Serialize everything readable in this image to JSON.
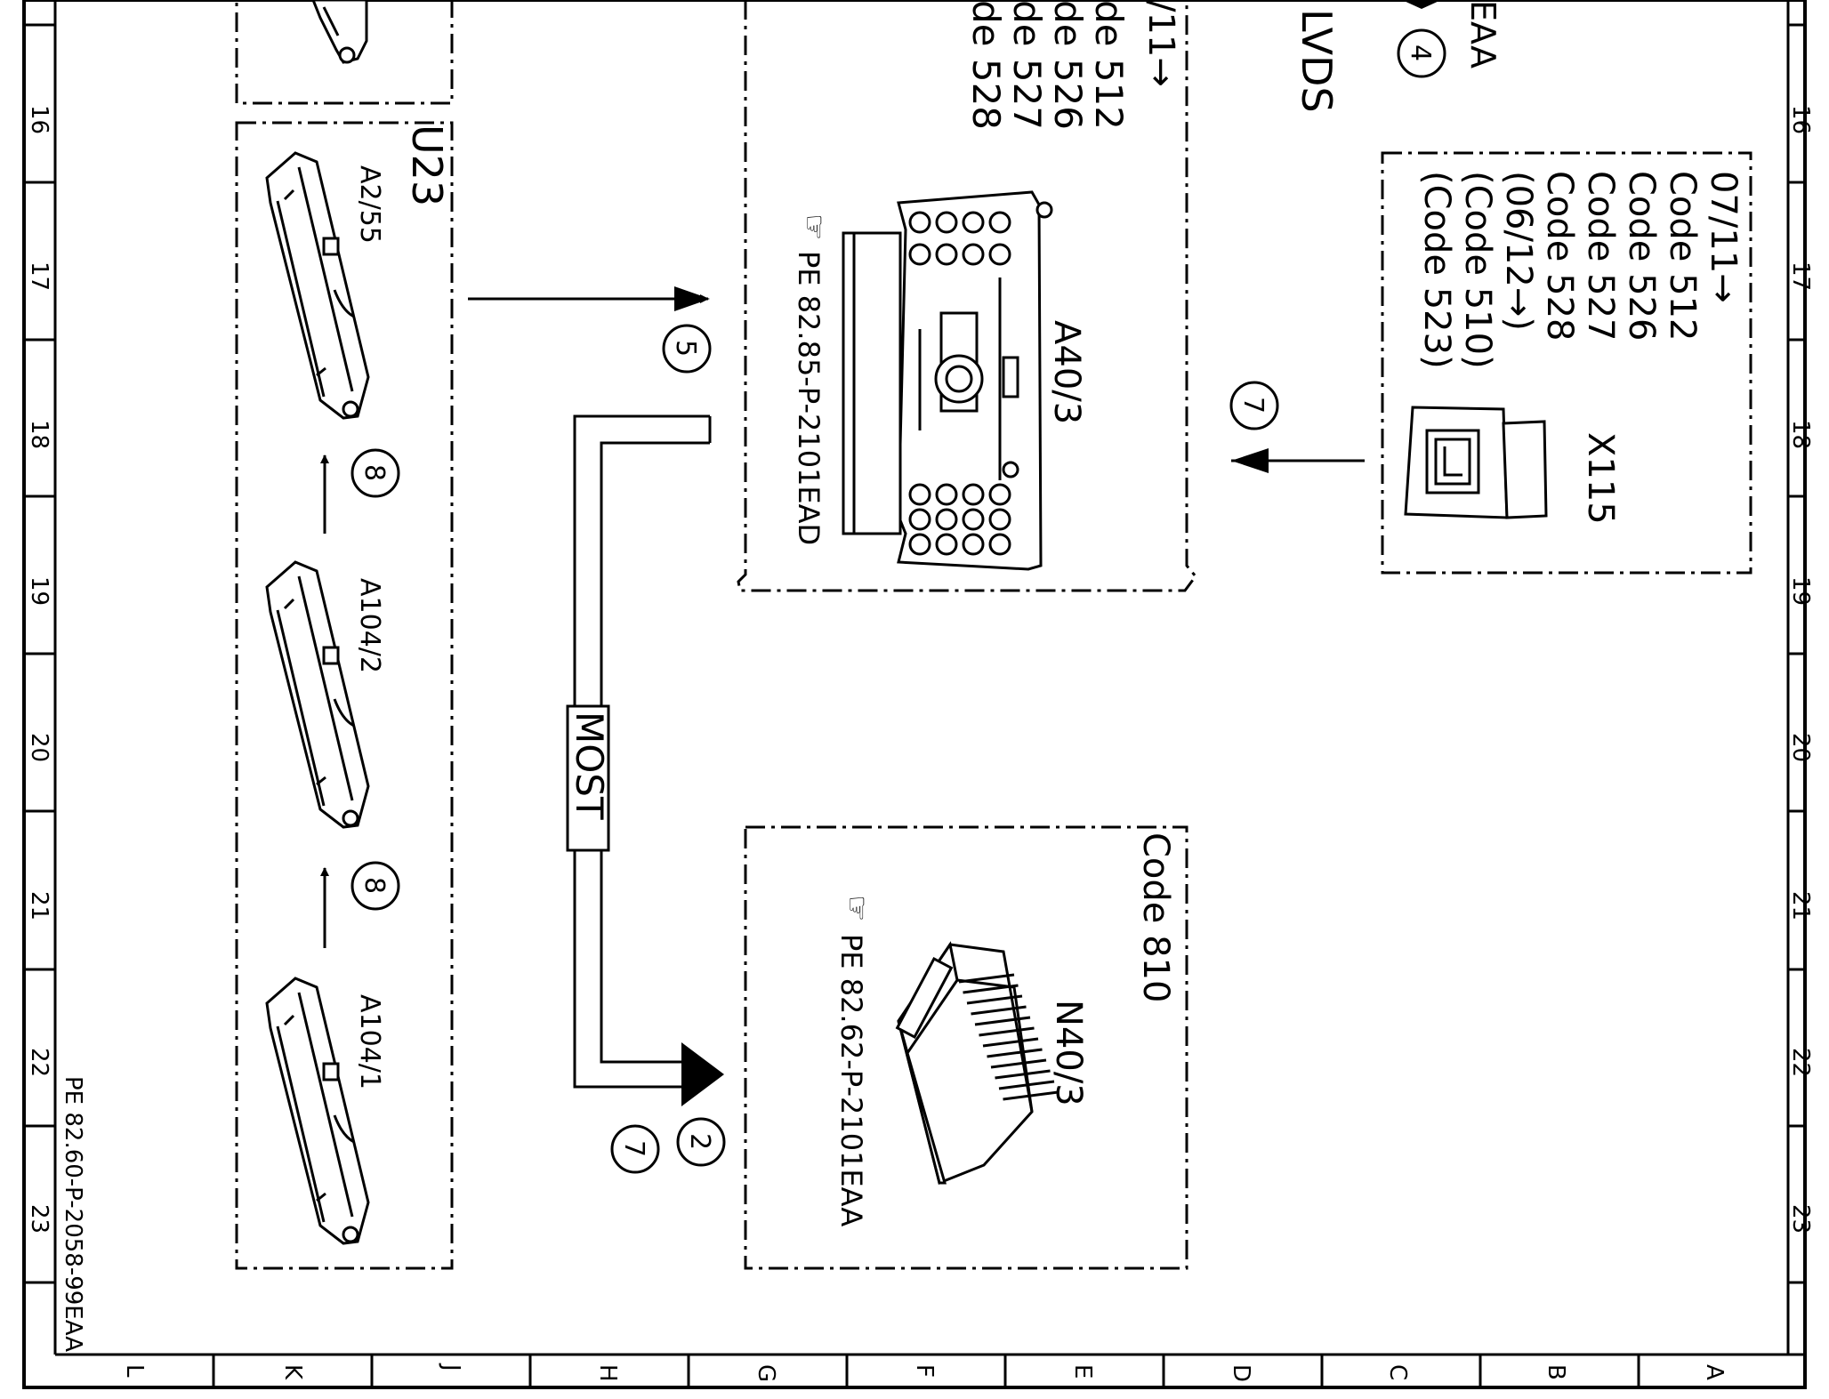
{
  "diagram": {
    "grid_rows": [
      "16",
      "17",
      "18",
      "19",
      "20",
      "21",
      "22",
      "23"
    ],
    "grid_columns": [
      "L",
      "K",
      "J",
      "H",
      "G",
      "F",
      "E",
      "D",
      "C",
      "B",
      "A"
    ],
    "document_ref": "PE 82.60-P-2058-99EAA",
    "group_label": "U23",
    "modules": [
      {
        "id": "A2/55"
      },
      {
        "id": "A104/2"
      },
      {
        "id": "A104/1"
      }
    ],
    "head_unit": {
      "id": "A40/3",
      "ref": "PE 82.85-P-2101EAD",
      "top_text": "/11→",
      "codes": [
        "de 512",
        "de 526",
        "de 527",
        "de 528"
      ]
    },
    "amplifier": {
      "id": "N40/3",
      "ref": "PE 82.62-P-2101EAA",
      "code": "Code 810"
    },
    "connector": {
      "id": "X115",
      "lines": [
        "07/11→",
        "Code 512",
        "Code 526",
        "Code 527",
        "Code 528",
        "(06/12→)",
        "(Code 510)",
        "(Code 523)"
      ]
    },
    "bus_label": "MOST",
    "lvds_label": "LVDS",
    "top_right_text": "EAA",
    "callouts": {
      "c4": "4",
      "c5": "5",
      "c7_top": "7",
      "c8_upper": "8",
      "c8_lower": "8",
      "c2": "2",
      "c7_bottom": "7"
    }
  }
}
